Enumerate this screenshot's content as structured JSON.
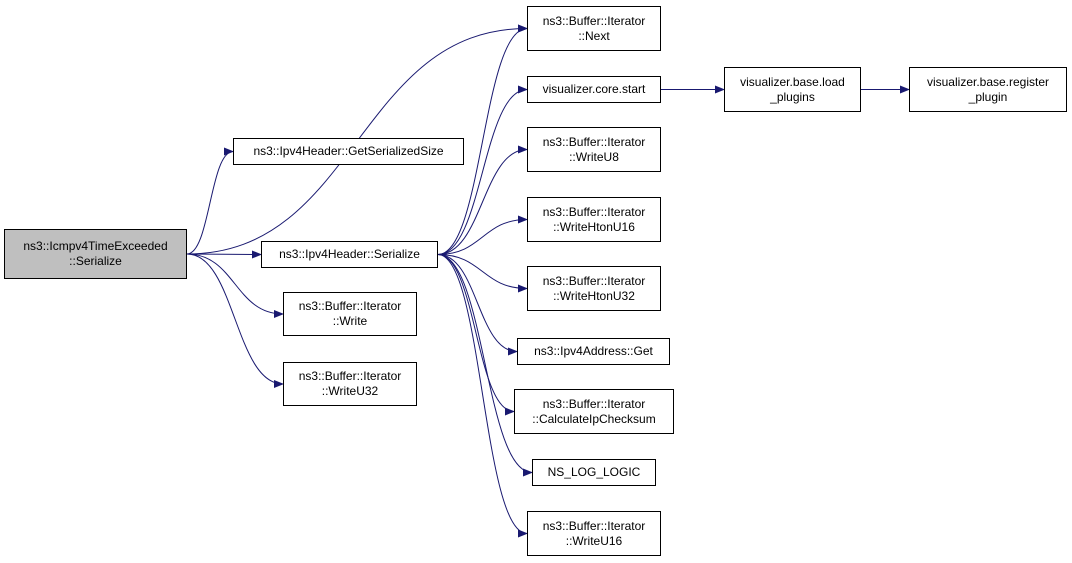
{
  "colors": {
    "edge": "#191970",
    "root_fill": "#bfbfbf",
    "node_fill": "#ffffff",
    "border": "#000000"
  },
  "nodes": {
    "root": {
      "line1": "ns3::Icmpv4TimeExceeded",
      "line2": "::Serialize"
    },
    "get_serialized_size": {
      "line1": "ns3::Ipv4Header::GetSerializedSize"
    },
    "ipv4_serialize": {
      "line1": "ns3::Ipv4Header::Serialize"
    },
    "iter_write": {
      "line1": "ns3::Buffer::Iterator",
      "line2": "::Write"
    },
    "iter_write_u32": {
      "line1": "ns3::Buffer::Iterator",
      "line2": "::WriteU32"
    },
    "iter_next": {
      "line1": "ns3::Buffer::Iterator",
      "line2": "::Next"
    },
    "viz_core_start": {
      "line1": "visualizer.core.start"
    },
    "viz_base_load_plugins": {
      "line1": "visualizer.base.load",
      "line2": "_plugins"
    },
    "viz_base_register_plugin": {
      "line1": "visualizer.base.register",
      "line2": "_plugin"
    },
    "iter_write_u8": {
      "line1": "ns3::Buffer::Iterator",
      "line2": "::WriteU8"
    },
    "iter_write_hton_u16": {
      "line1": "ns3::Buffer::Iterator",
      "line2": "::WriteHtonU16"
    },
    "iter_write_hton_u32": {
      "line1": "ns3::Buffer::Iterator",
      "line2": "::WriteHtonU32"
    },
    "ipv4address_get": {
      "line1": "ns3::Ipv4Address::Get"
    },
    "iter_calc_checksum": {
      "line1": "ns3::Buffer::Iterator",
      "line2": "::CalculateIpChecksum"
    },
    "ns_log_logic": {
      "line1": "NS_LOG_LOGIC"
    },
    "iter_write_u16": {
      "line1": "ns3::Buffer::Iterator",
      "line2": "::WriteU16"
    }
  },
  "edges": [
    {
      "from": "root",
      "to": "get_serialized_size"
    },
    {
      "from": "root",
      "to": "iter_next"
    },
    {
      "from": "root",
      "to": "ipv4_serialize"
    },
    {
      "from": "root",
      "to": "iter_write"
    },
    {
      "from": "root",
      "to": "iter_write_u32"
    },
    {
      "from": "ipv4_serialize",
      "to": "iter_next"
    },
    {
      "from": "ipv4_serialize",
      "to": "viz_core_start"
    },
    {
      "from": "ipv4_serialize",
      "to": "iter_write_u8"
    },
    {
      "from": "ipv4_serialize",
      "to": "iter_write_hton_u16"
    },
    {
      "from": "ipv4_serialize",
      "to": "iter_write_hton_u32"
    },
    {
      "from": "ipv4_serialize",
      "to": "ipv4address_get"
    },
    {
      "from": "ipv4_serialize",
      "to": "iter_calc_checksum"
    },
    {
      "from": "ipv4_serialize",
      "to": "ns_log_logic"
    },
    {
      "from": "ipv4_serialize",
      "to": "iter_write_u16"
    },
    {
      "from": "viz_core_start",
      "to": "viz_base_load_plugins"
    },
    {
      "from": "viz_base_load_plugins",
      "to": "viz_base_register_plugin"
    }
  ]
}
